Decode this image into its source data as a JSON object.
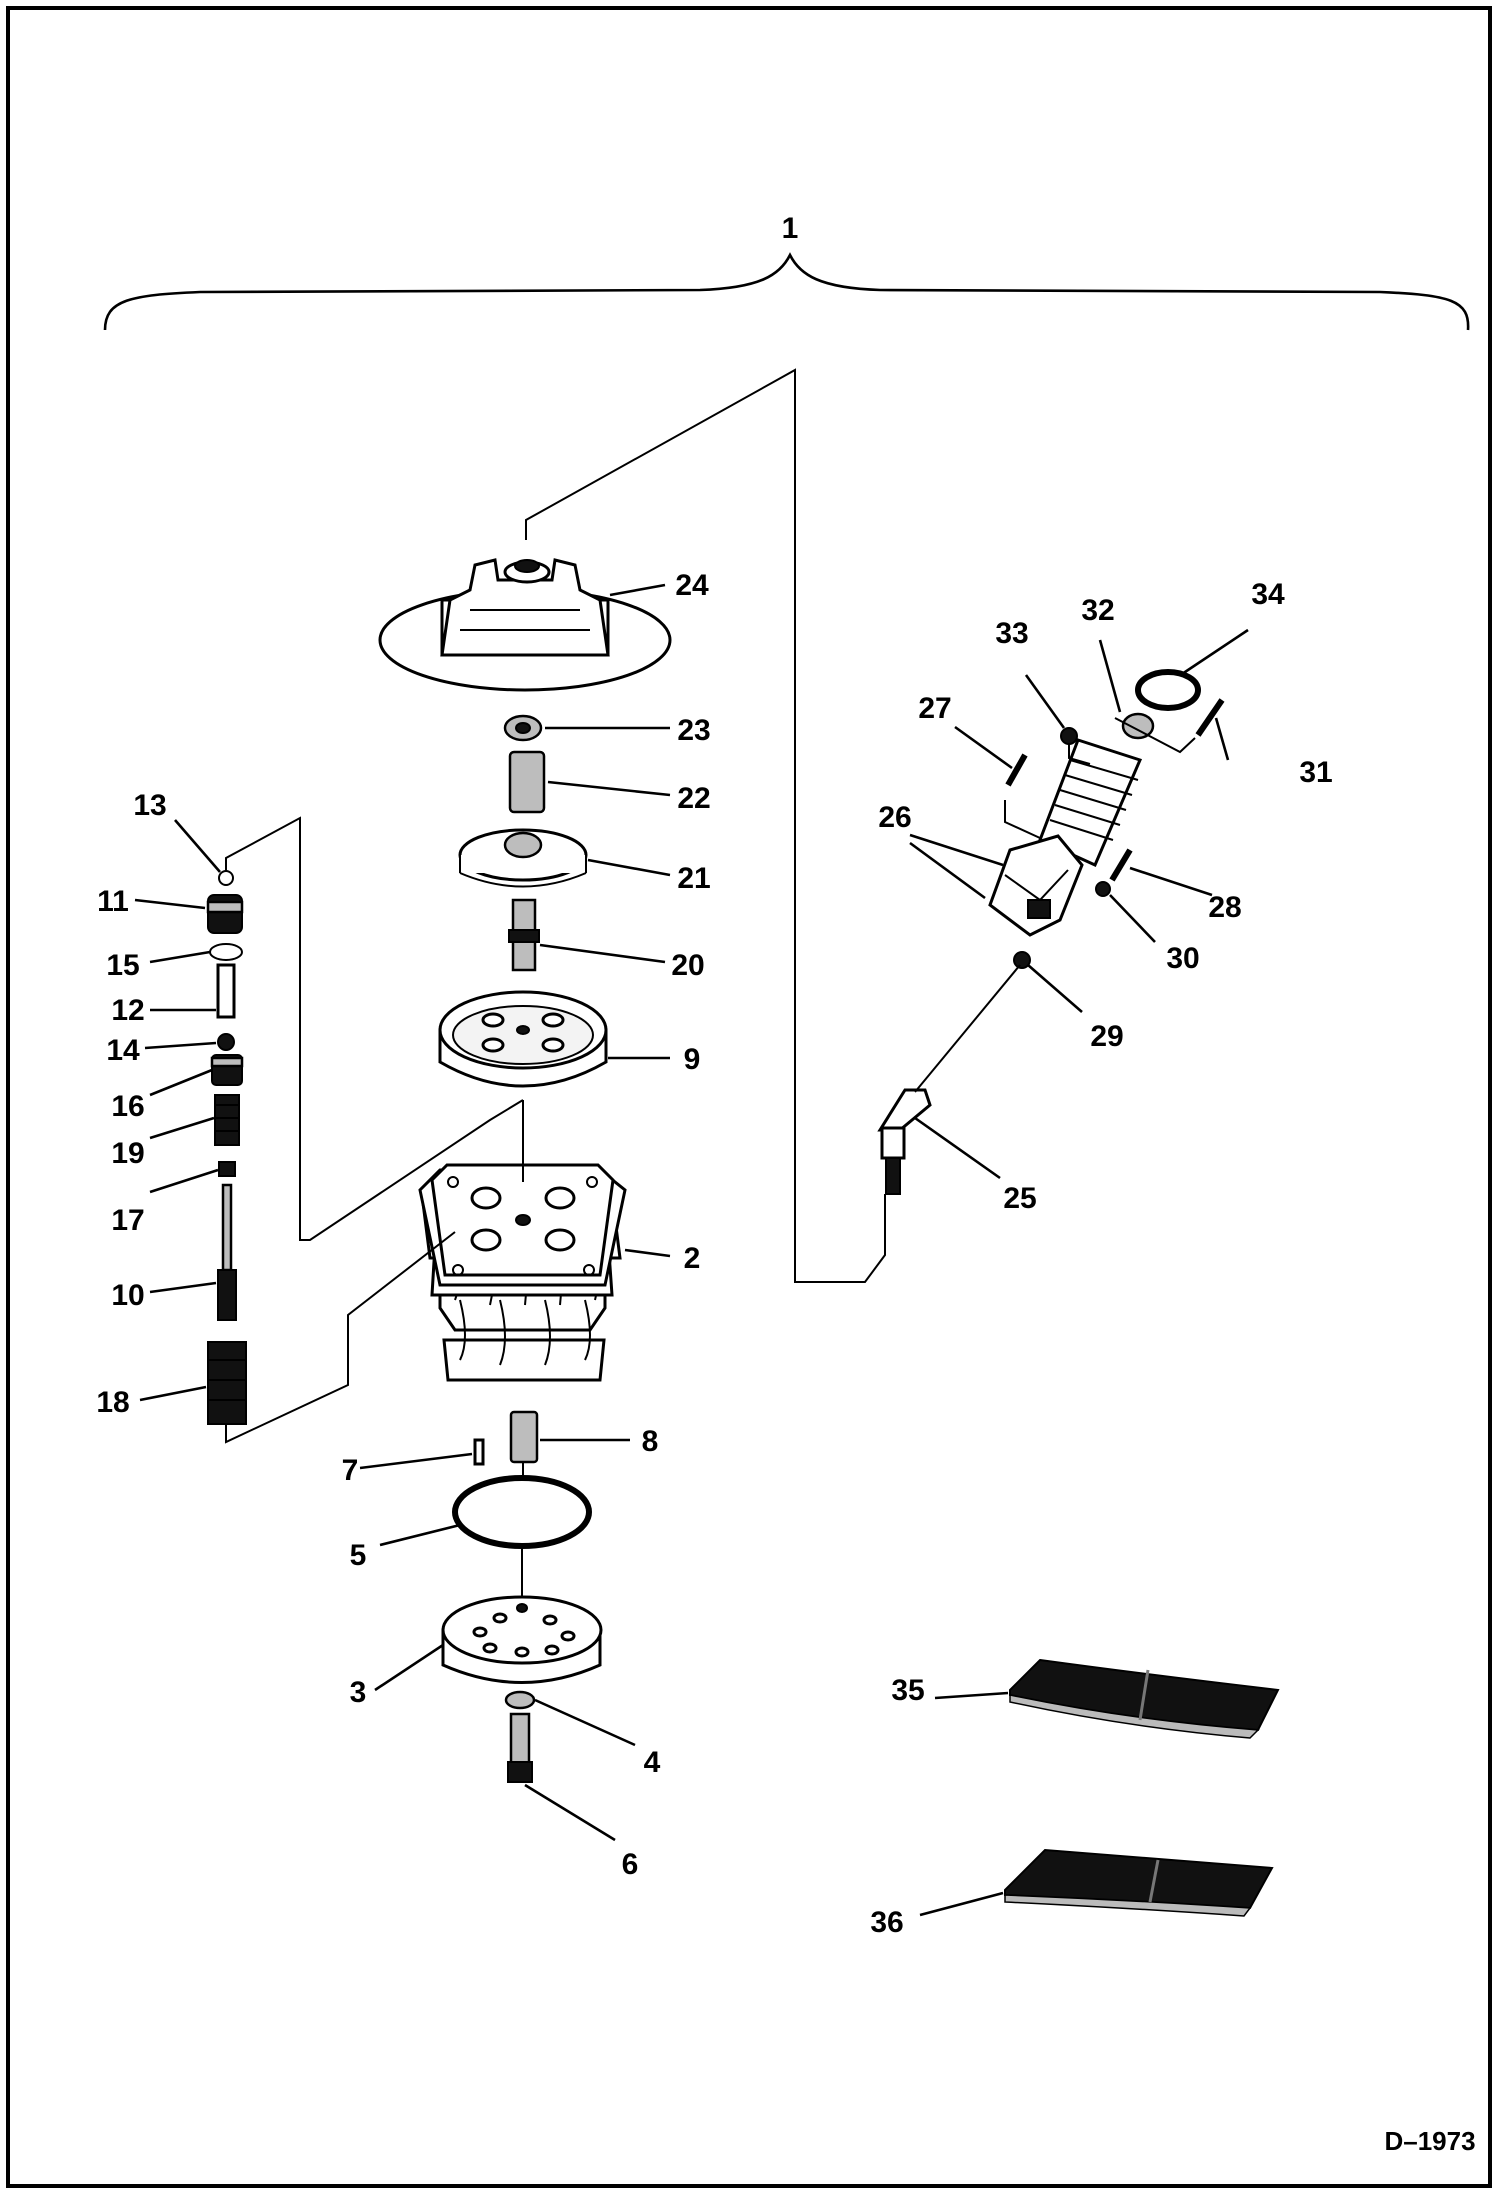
{
  "diagram": {
    "drawing_number": "D–1973",
    "callouts": {
      "assembly": "1",
      "p2": "2",
      "p3": "3",
      "p4": "4",
      "p5": "5",
      "p6": "6",
      "p7": "7",
      "p8": "8",
      "p9": "9",
      "p10": "10",
      "p11": "11",
      "p12": "12",
      "p13": "13",
      "p14": "14",
      "p15": "15",
      "p16": "16",
      "p17": "17",
      "p18": "18",
      "p19": "19",
      "p20": "20",
      "p21": "21",
      "p22": "22",
      "p23": "23",
      "p24": "24",
      "p25": "25",
      "p26": "26",
      "p27": "27",
      "p28": "28",
      "p29": "29",
      "p30": "30",
      "p31": "31",
      "p32": "32",
      "p33": "33",
      "p34": "34",
      "p35": "35",
      "p36": "36"
    }
  }
}
